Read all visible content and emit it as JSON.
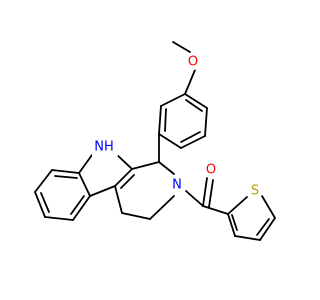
{
  "atoms": {
    "methoxy_methyl": "",
    "methoxy_oxygen": "O",
    "indole_nh": "NH",
    "amide_nitrogen": "N",
    "carbonyl_oxygen": "O",
    "thiophene_sulfur": "S"
  },
  "colors": {
    "bond": "#000000",
    "oxygen": "#ff0000",
    "nitrogen": "#0000ff",
    "sulfur": "#b8a000",
    "background": "#ffffff"
  }
}
